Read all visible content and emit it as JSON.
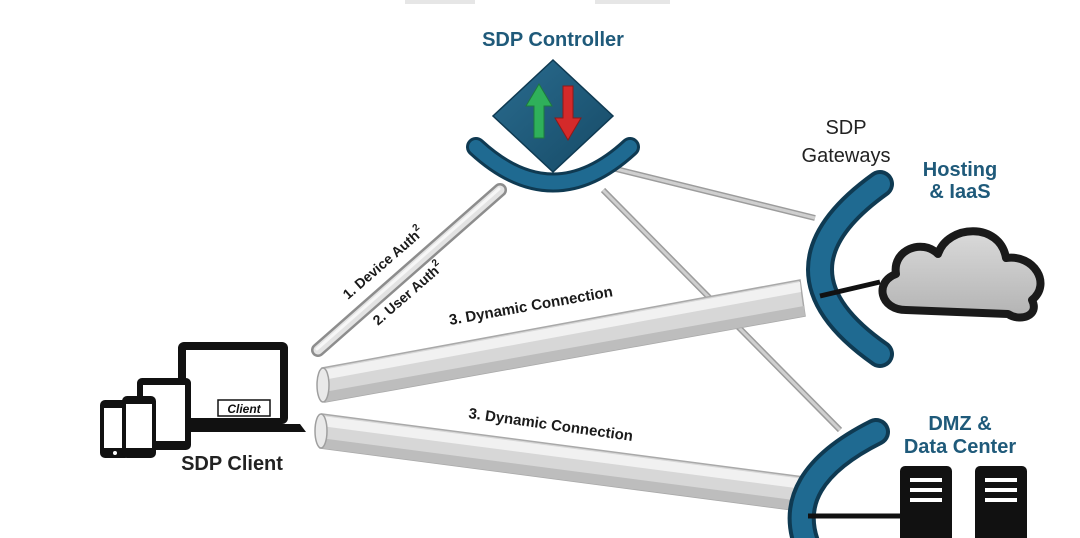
{
  "controller": {
    "title": "SDP Controller"
  },
  "gateways": {
    "title_line1": "SDP",
    "title_line2": "Gateways"
  },
  "hosting": {
    "line1": "Hosting",
    "line2": "& IaaS"
  },
  "dmz": {
    "line1": "DMZ &",
    "line2": "Data Center"
  },
  "client": {
    "title": "SDP Client",
    "screen_label": "Client"
  },
  "connections": {
    "device_auth": "1. Device Auth",
    "device_auth_sup": "2",
    "user_auth": "2. User Auth",
    "user_auth_sup": "2",
    "dynamic_upper": "3. Dynamic Connection",
    "dynamic_lower": "3. Dynamic Connection"
  },
  "colors": {
    "brand_blue": "#1b5c7e",
    "arrow_up": "#2fb05a",
    "arrow_down": "#d42a2a",
    "pipe": "#d6d6d6",
    "cloud": "#c9c9c9"
  },
  "icons": [
    "up-arrow-icon",
    "down-arrow-icon",
    "cloud-icon",
    "server-icon",
    "laptop-icon",
    "tablet-icon",
    "phone-icon"
  ]
}
